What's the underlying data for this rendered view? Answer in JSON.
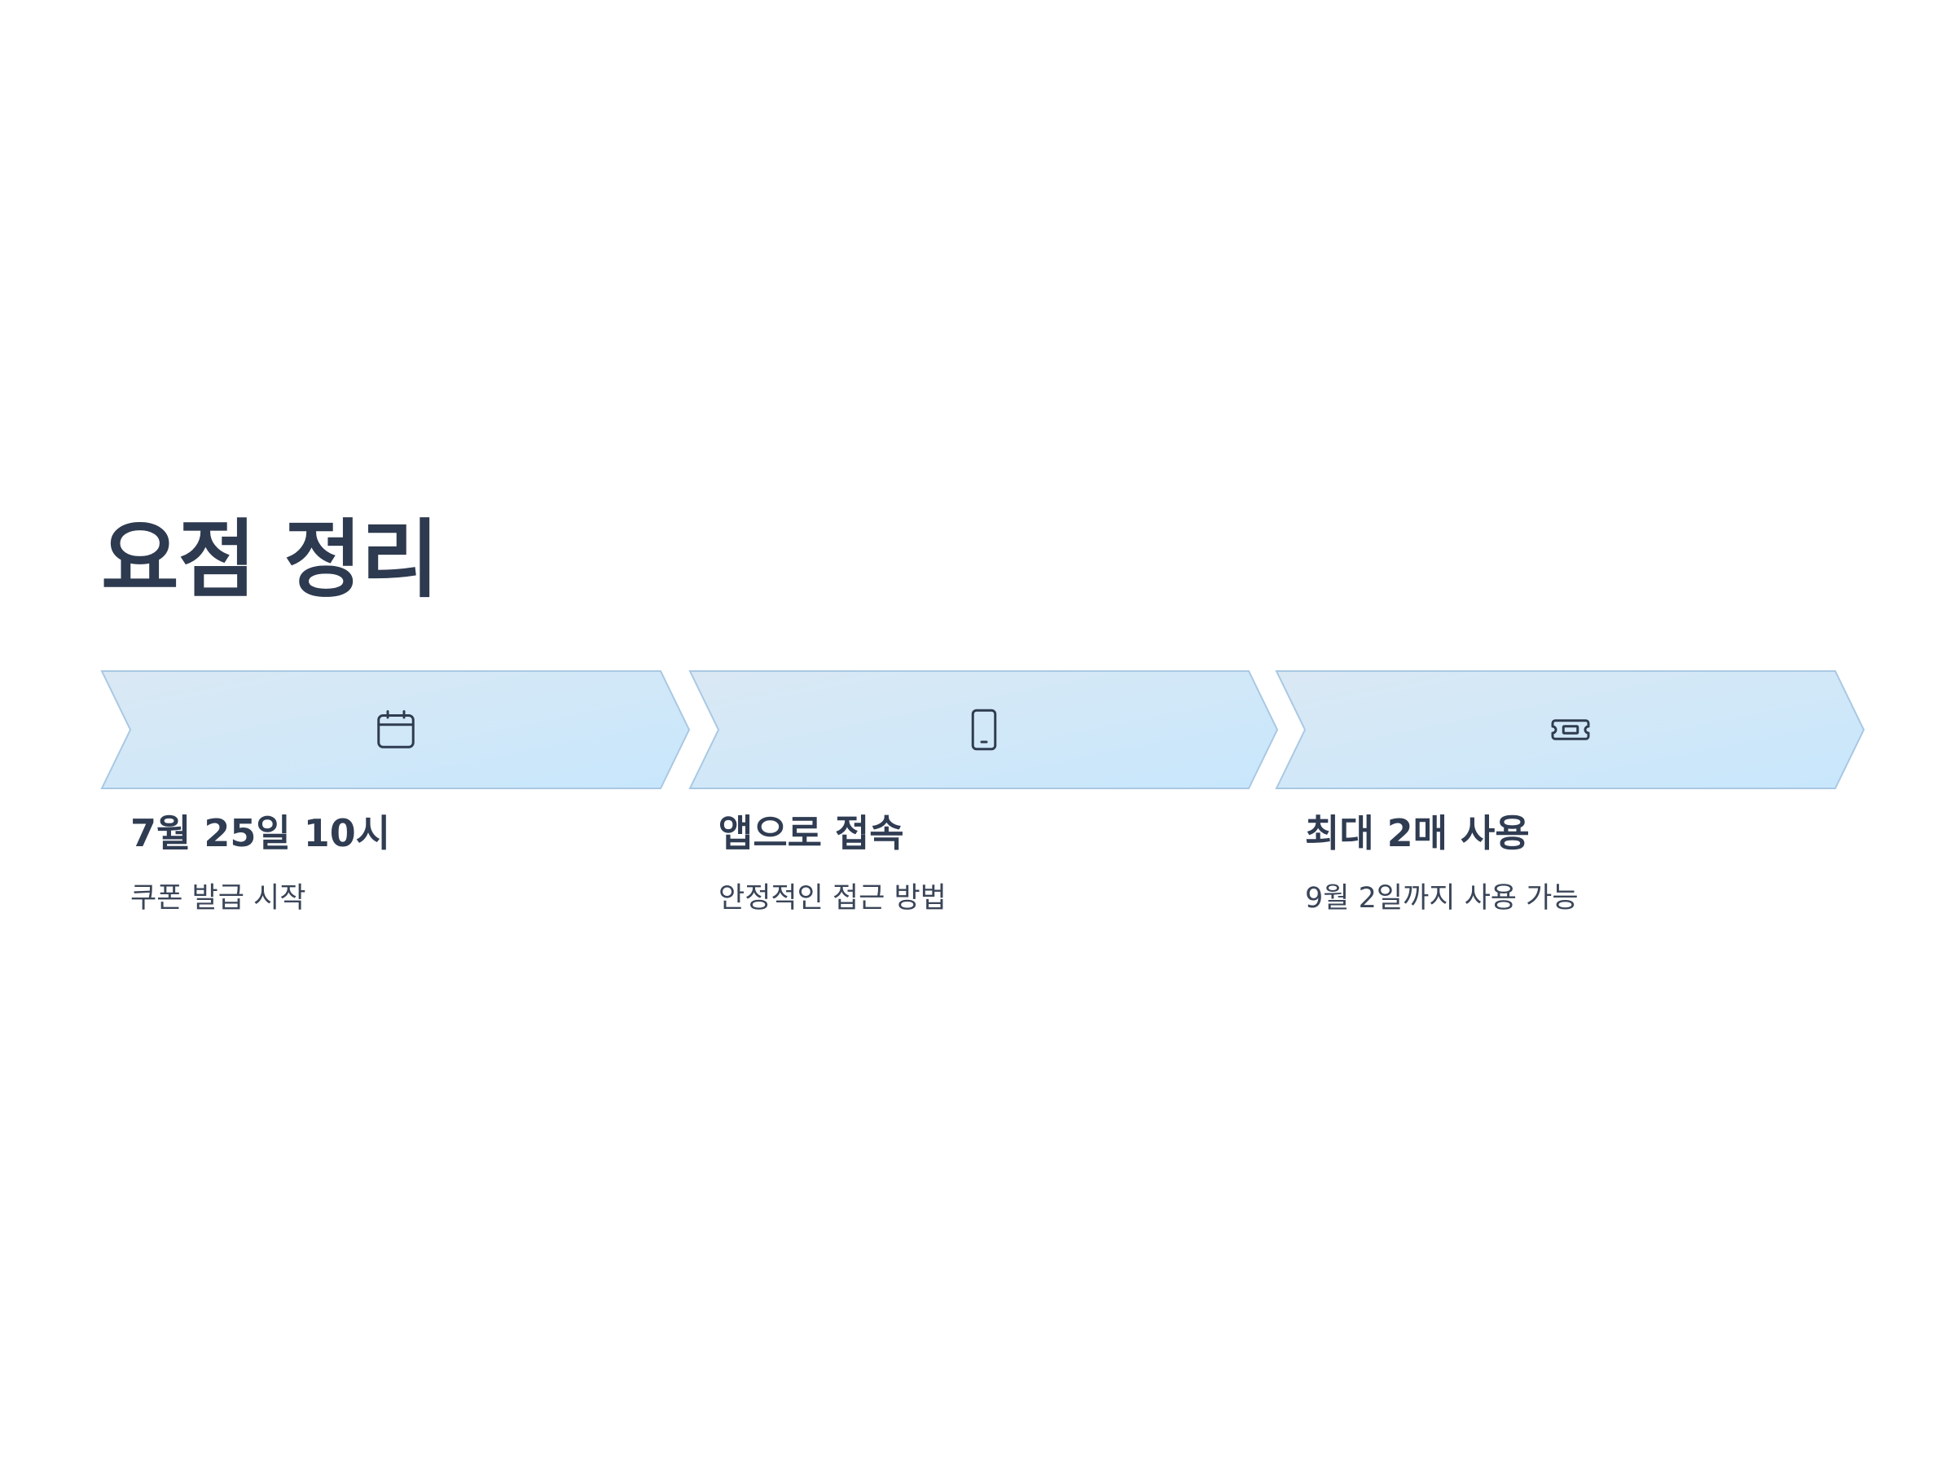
{
  "title": "요점 정리",
  "colors": {
    "chevron_fill_start": "#dbe9f5",
    "chevron_fill_end": "#cbe8fb",
    "chevron_stroke": "#a9c8e3",
    "icon_stroke": "#2f3c4f",
    "heading_text": "#2d3a4f"
  },
  "steps": [
    {
      "icon": "calendar-icon",
      "title": "7월 25일 10시",
      "description": "쿠폰 발급 시작"
    },
    {
      "icon": "smartphone-icon",
      "title": "앱으로 접속",
      "description": "안정적인 접근 방법"
    },
    {
      "icon": "ticket-icon",
      "title": "최대 2매 사용",
      "description": "9월 2일까지 사용 가능"
    }
  ]
}
